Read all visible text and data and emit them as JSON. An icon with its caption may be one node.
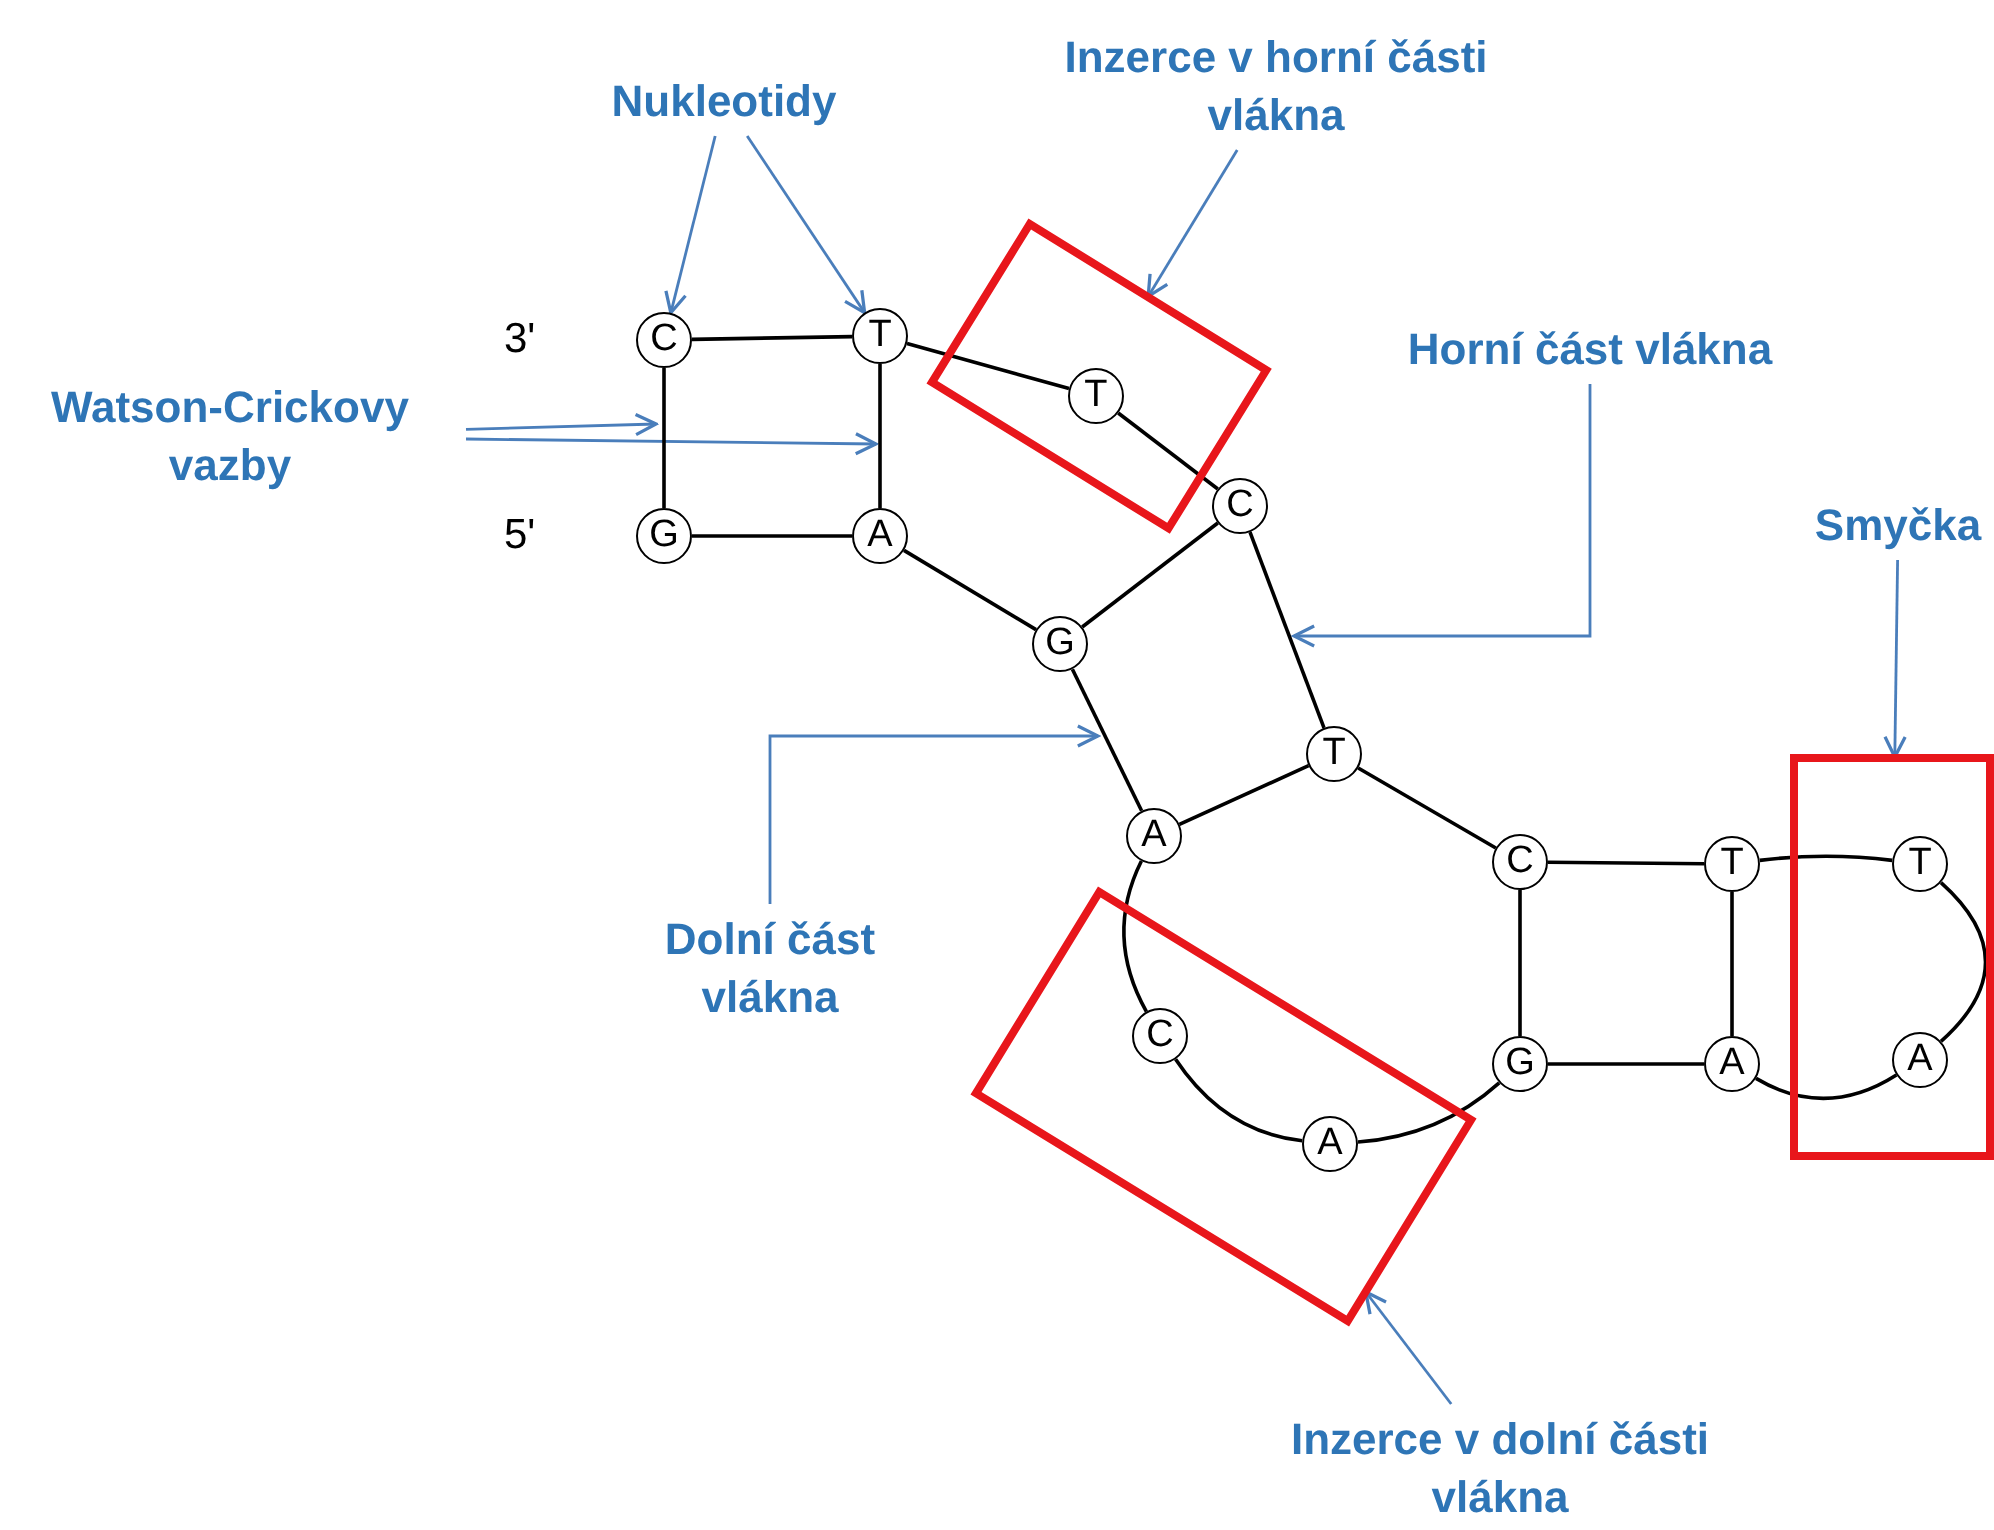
{
  "diagram": {
    "nodes": [
      {
        "text": [
          "Nukleotidy"
        ]
      },
      {
        "text": [
          "Inzerce v horní části vlákna"
        ]
      },
      {
        "text": [
          "Watson-Crickovy vazby"
        ]
      },
      {
        "text": [
          "C"
        ]
      },
      {
        "text": [
          "T"
        ]
      },
      {
        "text": [],
        "shape": "box"
      },
      {
        "text": [
          "T"
        ],
        "in": 5
      },
      {
        "text": [
          "Horní část vlákna"
        ]
      },
      {
        "text": [
          "Smyčka"
        ]
      },
      {
        "text": [
          "G"
        ]
      },
      {
        "text": [
          "A"
        ]
      },
      {
        "text": [
          "C"
        ]
      },
      {
        "text": [
          "G"
        ]
      },
      {
        "text": [
          "T"
        ]
      },
      {
        "text": [
          "A"
        ]
      },
      {
        "text": [
          "Dolní část vlákna"
        ]
      },
      {
        "text": [
          "C"
        ]
      },
      {
        "text": [
          "T"
        ]
      },
      {
        "text": [],
        "shape": "box"
      },
      {
        "text": [
          "T"
        ],
        "in": 18
      },
      {
        "text": [
          "A"
        ],
        "in": 18
      },
      {
        "text": [],
        "shape": "box"
      },
      {
        "text": [
          "C"
        ],
        "in": 21
      },
      {
        "text": [
          "A"
        ],
        "in": 21
      },
      {
        "text": [
          "G"
        ]
      },
      {
        "text": [
          "A"
        ]
      },
      {
        "text": [
          "Inzerce v dolní části vlákna"
        ]
      }
    ],
    "edges": [
      {
        "from": 0,
        "to": 3,
        "arrow": "to",
        "color": "#4a7ebb"
      },
      {
        "from": 0,
        "to": 4,
        "arrow": "to",
        "color": "#4a7ebb"
      },
      {
        "from": 2,
        "to": null,
        "arrow": "to",
        "color": "#4a7ebb"
      },
      {
        "from": 2,
        "to": null,
        "arrow": "to",
        "color": "#4a7ebb"
      },
      {
        "from": 1,
        "to": 5,
        "arrow": "to",
        "color": "#4a7ebb"
      },
      {
        "from": 7,
        "to": null,
        "arrow": "to",
        "color": "#4a7ebb"
      },
      {
        "from": 8,
        "to": 18,
        "arrow": "to",
        "color": "#4a7ebb"
      },
      {
        "from": 15,
        "to": null,
        "arrow": "to",
        "color": "#4a7ebb"
      },
      {
        "from": 26,
        "to": 21,
        "arrow": "to",
        "color": "#4a7ebb"
      },
      {
        "from": 3,
        "to": 4,
        "arrow": "none"
      },
      {
        "from": 4,
        "to": 6,
        "arrow": "none"
      },
      {
        "from": 6,
        "to": 11,
        "arrow": "none"
      },
      {
        "from": 11,
        "to": 13,
        "arrow": "none"
      },
      {
        "from": 13,
        "to": 16,
        "arrow": "none"
      },
      {
        "from": 16,
        "to": 17,
        "arrow": "none"
      },
      {
        "from": 17,
        "to": 19,
        "arrow": "none"
      },
      {
        "from": 19,
        "to": 20,
        "arrow": "none"
      },
      {
        "from": 20,
        "to": 25,
        "arrow": "none"
      },
      {
        "from": 25,
        "to": 24,
        "arrow": "none"
      },
      {
        "from": 24,
        "to": 23,
        "arrow": "none"
      },
      {
        "from": 23,
        "to": 22,
        "arrow": "none"
      },
      {
        "from": 22,
        "to": 14,
        "arrow": "none"
      },
      {
        "from": 14,
        "to": 12,
        "arrow": "none"
      },
      {
        "from": 12,
        "to": 10,
        "arrow": "none"
      },
      {
        "from": 10,
        "to": 9,
        "arrow": "none"
      },
      {
        "from": 3,
        "to": 9,
        "arrow": "none"
      },
      {
        "from": 4,
        "to": 10,
        "arrow": "none"
      },
      {
        "from": 11,
        "to": 12,
        "arrow": "none"
      },
      {
        "from": 13,
        "to": 14,
        "arrow": "none"
      },
      {
        "from": 16,
        "to": 24,
        "arrow": "none"
      },
      {
        "from": 17,
        "to": 25,
        "arrow": "none"
      }
    ],
    "labels": [
      "3'",
      "5'"
    ]
  }
}
